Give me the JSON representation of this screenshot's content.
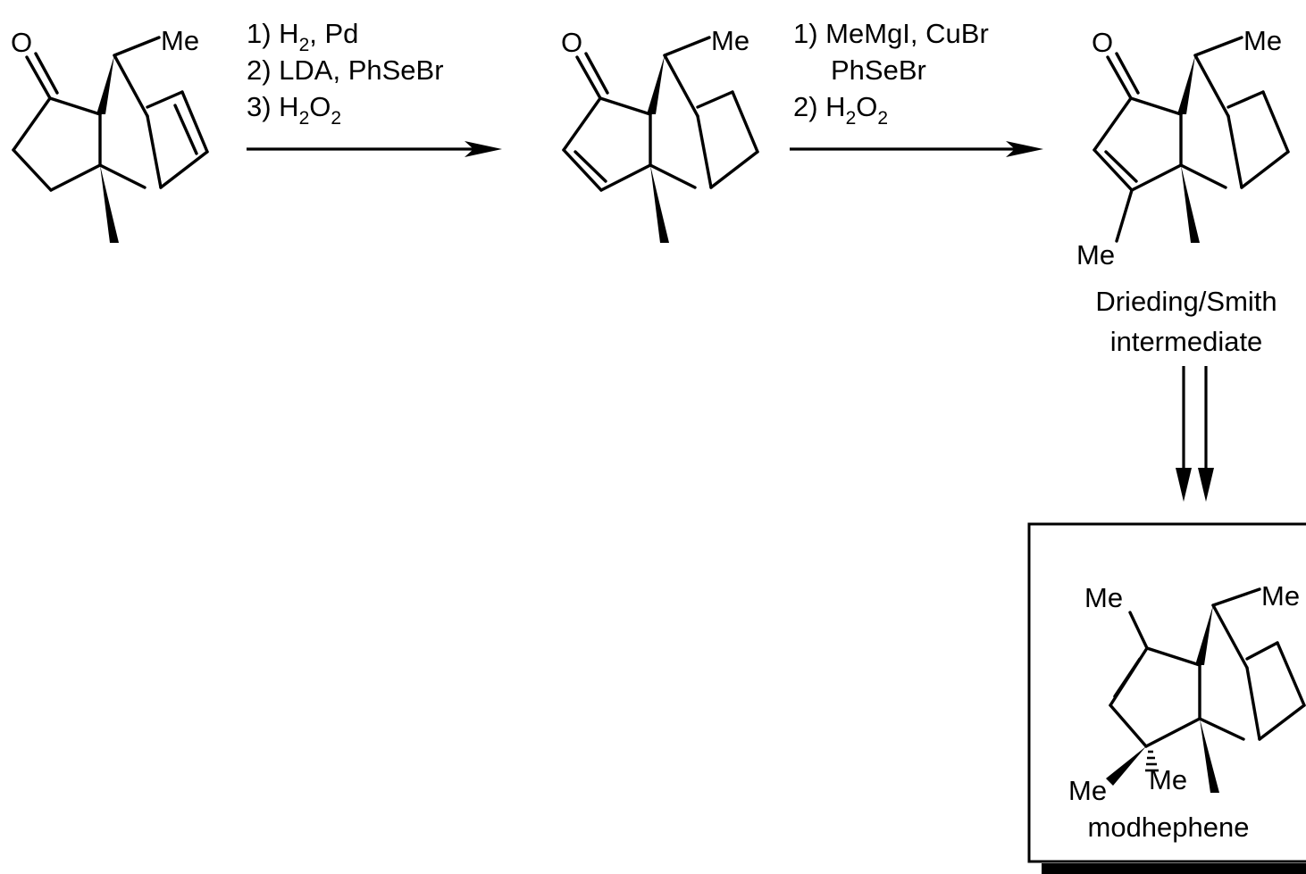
{
  "atoms": {
    "oxygen": "O",
    "methyl": "Me"
  },
  "step1": {
    "conditions": [
      {
        "pre": "1) H",
        "sub": "2",
        "post": ", Pd"
      },
      {
        "pre": "2) LDA, PhSeBr",
        "sub": "",
        "post": ""
      },
      {
        "pre": "3) H",
        "sub": "2",
        "mid": "O",
        "sub2": "2"
      }
    ]
  },
  "step2": {
    "conditions": [
      {
        "pre": "1) MeMgI, CuBr"
      },
      {
        "pre": "PhSeBr"
      },
      {
        "pre": "2) H",
        "sub": "2",
        "mid": "O",
        "sub2": "2"
      }
    ]
  },
  "intermediate": {
    "label_line1": "Drieding/Smith",
    "label_line2": "intermediate"
  },
  "product": {
    "name": "modhephene"
  },
  "colors": {
    "ink": "#000000",
    "background": "#ffffff"
  }
}
